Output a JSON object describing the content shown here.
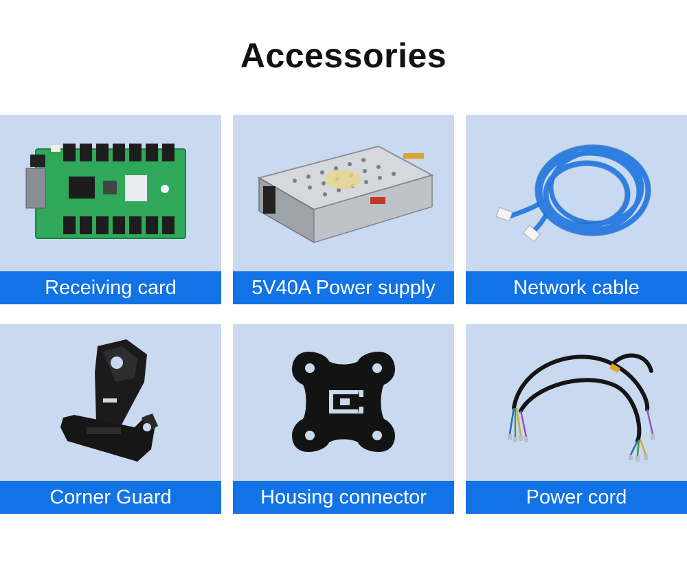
{
  "title": "Accessories",
  "items": [
    {
      "label": "Receiving card",
      "icon": "receiving-card-image"
    },
    {
      "label": "5V40A Power supply",
      "icon": "power-supply-image"
    },
    {
      "label": "Network cable",
      "icon": "network-cable-image"
    },
    {
      "label": "Corner Guard",
      "icon": "corner-guard-image"
    },
    {
      "label": "Housing connector",
      "icon": "housing-connector-image"
    },
    {
      "label": "Power cord",
      "icon": "power-cord-image"
    }
  ],
  "colors": {
    "background": "#ffffff",
    "card": "#c9d9ef",
    "label_bar": "#1273e6",
    "label_text": "#ffffff",
    "title": "#111111"
  }
}
